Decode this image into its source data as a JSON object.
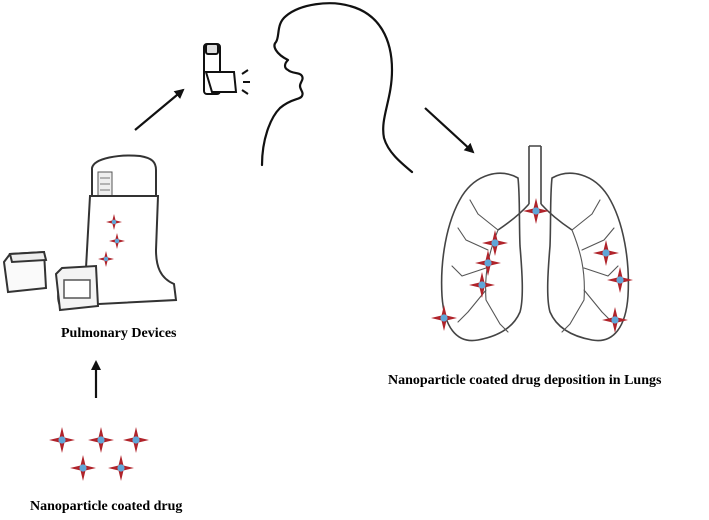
{
  "labels": {
    "devices": "Pulmonary Devices",
    "lungs": "Nanoparticle coated drug deposition in Lungs",
    "drug": "Nanoparticle coated drug"
  },
  "colors": {
    "particle_star": "#b0232a",
    "particle_core": "#5fa6d8",
    "line": "#222222"
  }
}
